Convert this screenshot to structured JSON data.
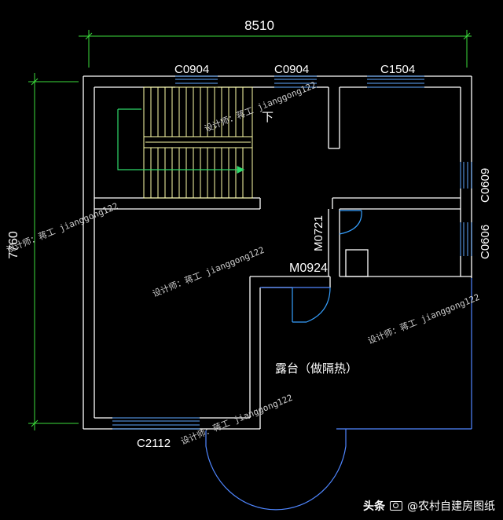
{
  "dimensions": {
    "overall_width": "8510",
    "overall_depth": "7760"
  },
  "windows": {
    "w1": "C0904",
    "w2": "C0904",
    "w3": "C1504",
    "w4": "C0609",
    "w5": "C0606",
    "w6": "C2112"
  },
  "doors": {
    "d1": "M0721",
    "d2": "M0924"
  },
  "stair": {
    "down_label": "下"
  },
  "rooms": {
    "terrace": "露台（做隔热）"
  },
  "watermarks": {
    "text": "设计师：蒋工 jianggong122"
  },
  "footer": {
    "brand": "头条",
    "author": "@农村自建房图纸"
  },
  "colors": {
    "background": "#000000",
    "wall": "#ffffff",
    "dimension": "#3cdc3c",
    "window": "#5fa8ff",
    "door": "#36a0ff",
    "stair": "#ffffaa",
    "arrow": "#2fd96a"
  }
}
